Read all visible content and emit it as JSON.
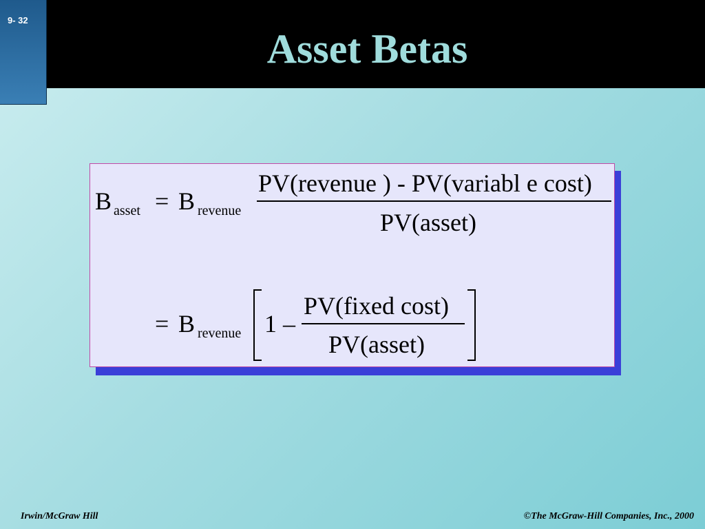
{
  "slide": {
    "number": "9- 32",
    "title": "Asset Betas"
  },
  "formula": {
    "B": "B",
    "sub_asset": "asset",
    "sub_revenue": "revenue",
    "equals": "=",
    "line1_numerator": "PV(revenue ) - PV(variabl e cost)",
    "line1_denominator": "PV(asset)",
    "one_minus": "1 –",
    "line2_numerator": "PV(fixed cost)",
    "line2_denominator": "PV(asset)"
  },
  "footer": {
    "left": "Irwin/McGraw Hill",
    "right": "©The McGraw-Hill Companies, Inc., 2000"
  }
}
